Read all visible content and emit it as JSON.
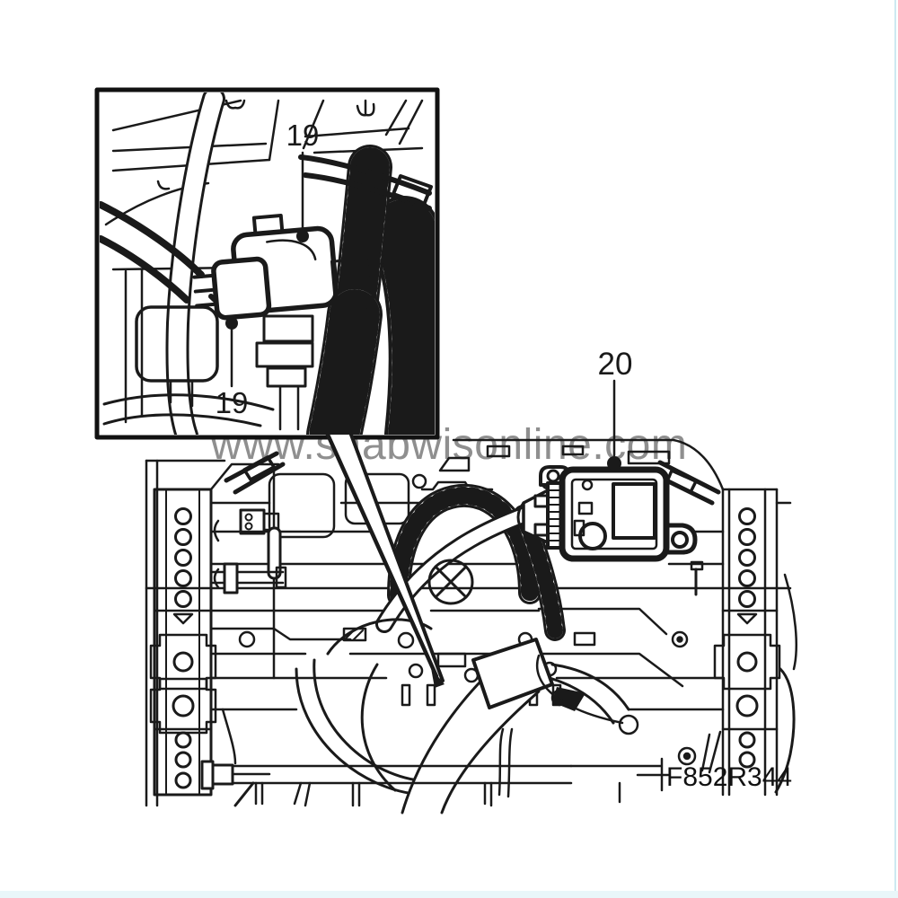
{
  "diagram": {
    "watermark": "www.saabwisonline.com",
    "figure_code": "F852R344",
    "callouts": {
      "inset_top": "19",
      "inset_bottom": "19",
      "module": "20"
    },
    "colors": {
      "ink": "#1a1a1a",
      "watermark_gray": "#8f8f8f",
      "page_edge_blue": "#cde9f1",
      "background": "#ffffff"
    }
  }
}
